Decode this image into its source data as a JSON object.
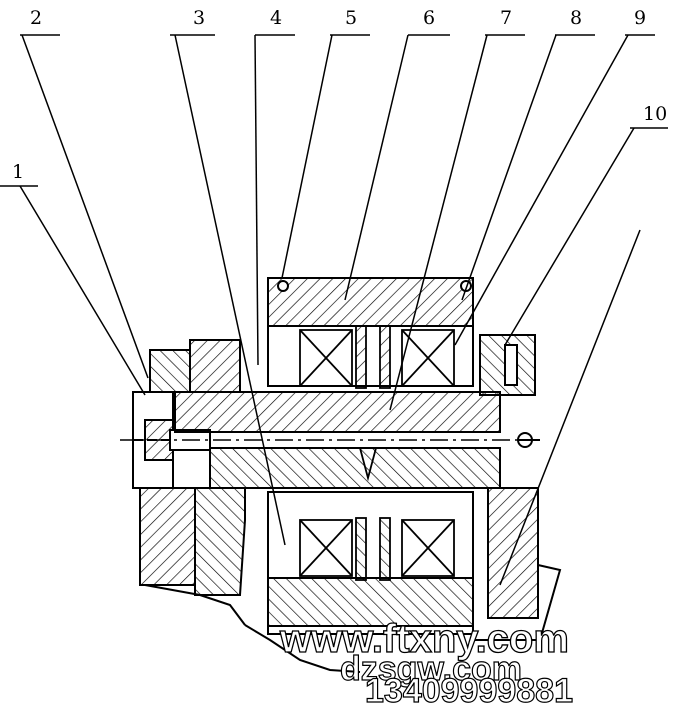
{
  "part_labels": [
    "1",
    "2",
    "3",
    "4",
    "5",
    "6",
    "7",
    "8",
    "9",
    "10"
  ],
  "watermark": {
    "line1": "www.ftxny.com",
    "line2": "dzsgw.com",
    "line3": "13409999881"
  }
}
